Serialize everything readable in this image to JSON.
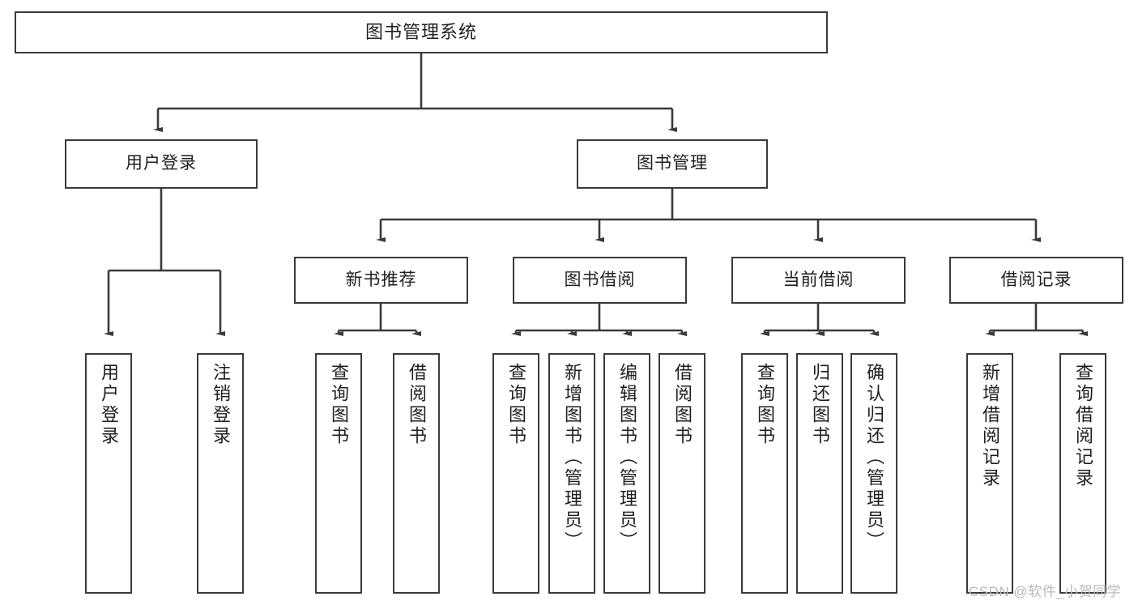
{
  "diagram": {
    "type": "hierarchy-tree",
    "title": "图书管理系统",
    "watermark": "CSDN @软件_小贺同学",
    "colors": {
      "stroke": "#3a3a3a",
      "fill": "#ffffff",
      "text": "#1f1f1f",
      "watermark": "#b9b9b9"
    },
    "nodes": {
      "root": {
        "label": "图书管理系统"
      },
      "level1": [
        {
          "label": "用户登录"
        },
        {
          "label": "图书管理"
        }
      ],
      "level2": [
        {
          "label": "新书推荐"
        },
        {
          "label": "图书借阅"
        },
        {
          "label": "当前借阅"
        },
        {
          "label": "借阅记录"
        }
      ],
      "leaves": {
        "user_login": [
          {
            "label": "用户登录"
          },
          {
            "label": "注销登录"
          }
        ],
        "new_book_recommend": [
          {
            "label": "查询图书"
          },
          {
            "label": "借阅图书"
          }
        ],
        "book_borrow": [
          {
            "label": "查询图书"
          },
          {
            "label": "新增图书（管理员）"
          },
          {
            "label": "编辑图书（管理员）"
          },
          {
            "label": "借阅图书"
          }
        ],
        "current_borrow": [
          {
            "label": "查询图书"
          },
          {
            "label": "归还图书"
          },
          {
            "label": "确认归还（管理员）"
          }
        ],
        "borrow_records": [
          {
            "label": "新增借阅记录"
          },
          {
            "label": "查询借阅记录"
          }
        ]
      }
    }
  }
}
